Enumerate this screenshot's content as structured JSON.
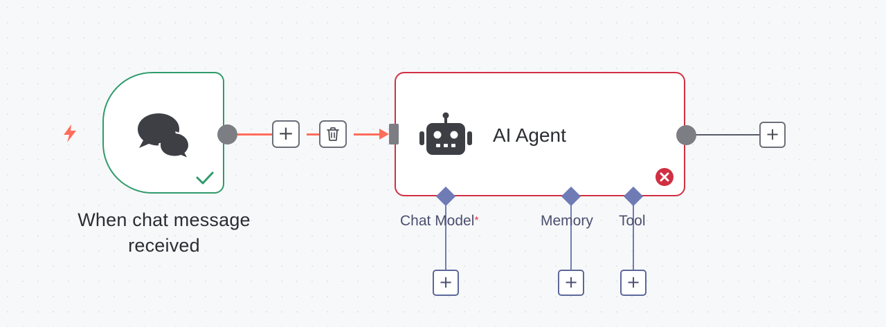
{
  "trigger": {
    "label": "When chat message received",
    "border_color": "#2e9b6a",
    "icon": "chat-bubbles-icon",
    "status_icon": "check-icon",
    "trigger_icon": "lightning-bolt-icon"
  },
  "connection": {
    "add_button": "+",
    "delete_icon": "trash-icon",
    "color": "#ff6d5a"
  },
  "agent": {
    "title": "AI Agent",
    "icon": "robot-icon",
    "border_color": "#d12f42",
    "status_icon": "error-icon",
    "inputs": [
      {
        "label": "Chat Model",
        "required_mark": "*",
        "add_button": "+"
      },
      {
        "label": "Memory",
        "add_button": "+"
      },
      {
        "label": "Tool",
        "add_button": "+"
      }
    ]
  },
  "output": {
    "add_button": "+"
  }
}
